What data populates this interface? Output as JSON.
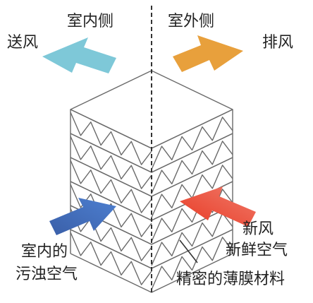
{
  "labels": {
    "indoor_side": "室内侧",
    "outdoor_side": "室外侧",
    "supply_air": "送风",
    "exhaust_air": "排风",
    "indoor_dirty_air": [
      "室内的",
      "污浊空气"
    ],
    "fresh_air": [
      "新风",
      "新鲜空气"
    ],
    "membrane_material": "精密的薄膜材料"
  },
  "colors": {
    "supply_arrow": "#7ec8d8",
    "exhaust_arrow": "#e8a03c",
    "indoor_in_arrow_start": "#3a5fa8",
    "indoor_in_arrow_end": "#4d7fd0",
    "fresh_in_arrow_start": "#f07a6a",
    "fresh_in_arrow_end": "#e83a24",
    "stroke": "#6a6a6a",
    "text": "#222222"
  },
  "icons": {
    "supply": "arrow-up-left-icon",
    "exhaust": "arrow-up-right-icon",
    "indoor_in": "arrow-down-right-icon",
    "fresh_in": "arrow-down-left-icon"
  }
}
